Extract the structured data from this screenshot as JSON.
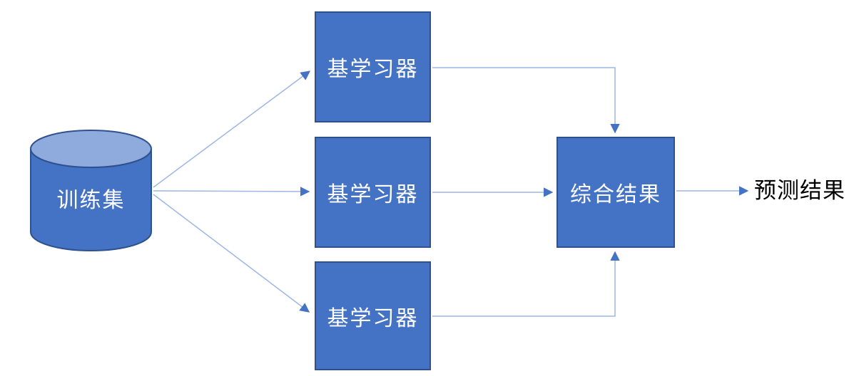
{
  "diagram": {
    "type": "flowchart",
    "description": "ensemble-learning-architecture",
    "nodes": {
      "training_set": {
        "label": "训练集",
        "shape": "cylinder"
      },
      "base_learner_1": {
        "label": "基学习器",
        "shape": "rect"
      },
      "base_learner_2": {
        "label": "基学习器",
        "shape": "rect"
      },
      "base_learner_3": {
        "label": "基学习器",
        "shape": "rect"
      },
      "combined_result": {
        "label": "综合结果",
        "shape": "rect"
      },
      "prediction_result": {
        "label": "预测结果",
        "shape": "text-label"
      }
    },
    "edges": [
      {
        "from": "training_set",
        "to": "base_learner_1",
        "style": "straight-arrow"
      },
      {
        "from": "training_set",
        "to": "base_learner_2",
        "style": "straight-arrow"
      },
      {
        "from": "training_set",
        "to": "base_learner_3",
        "style": "straight-arrow"
      },
      {
        "from": "base_learner_1",
        "to": "combined_result",
        "style": "elbow-arrow"
      },
      {
        "from": "base_learner_2",
        "to": "combined_result",
        "style": "straight-arrow"
      },
      {
        "from": "base_learner_3",
        "to": "combined_result",
        "style": "elbow-arrow"
      },
      {
        "from": "combined_result",
        "to": "prediction_result",
        "style": "straight-arrow"
      }
    ],
    "colors": {
      "node_fill": "#4472C4",
      "node_border": "#2F528F",
      "cylinder_top_fill": "#8FAADC",
      "connector_line": "#9DB6E4",
      "arrowhead_fill": "#4472C4",
      "node_text": "#FFFFFF",
      "output_text": "#000000",
      "background": "#FFFFFF"
    }
  }
}
